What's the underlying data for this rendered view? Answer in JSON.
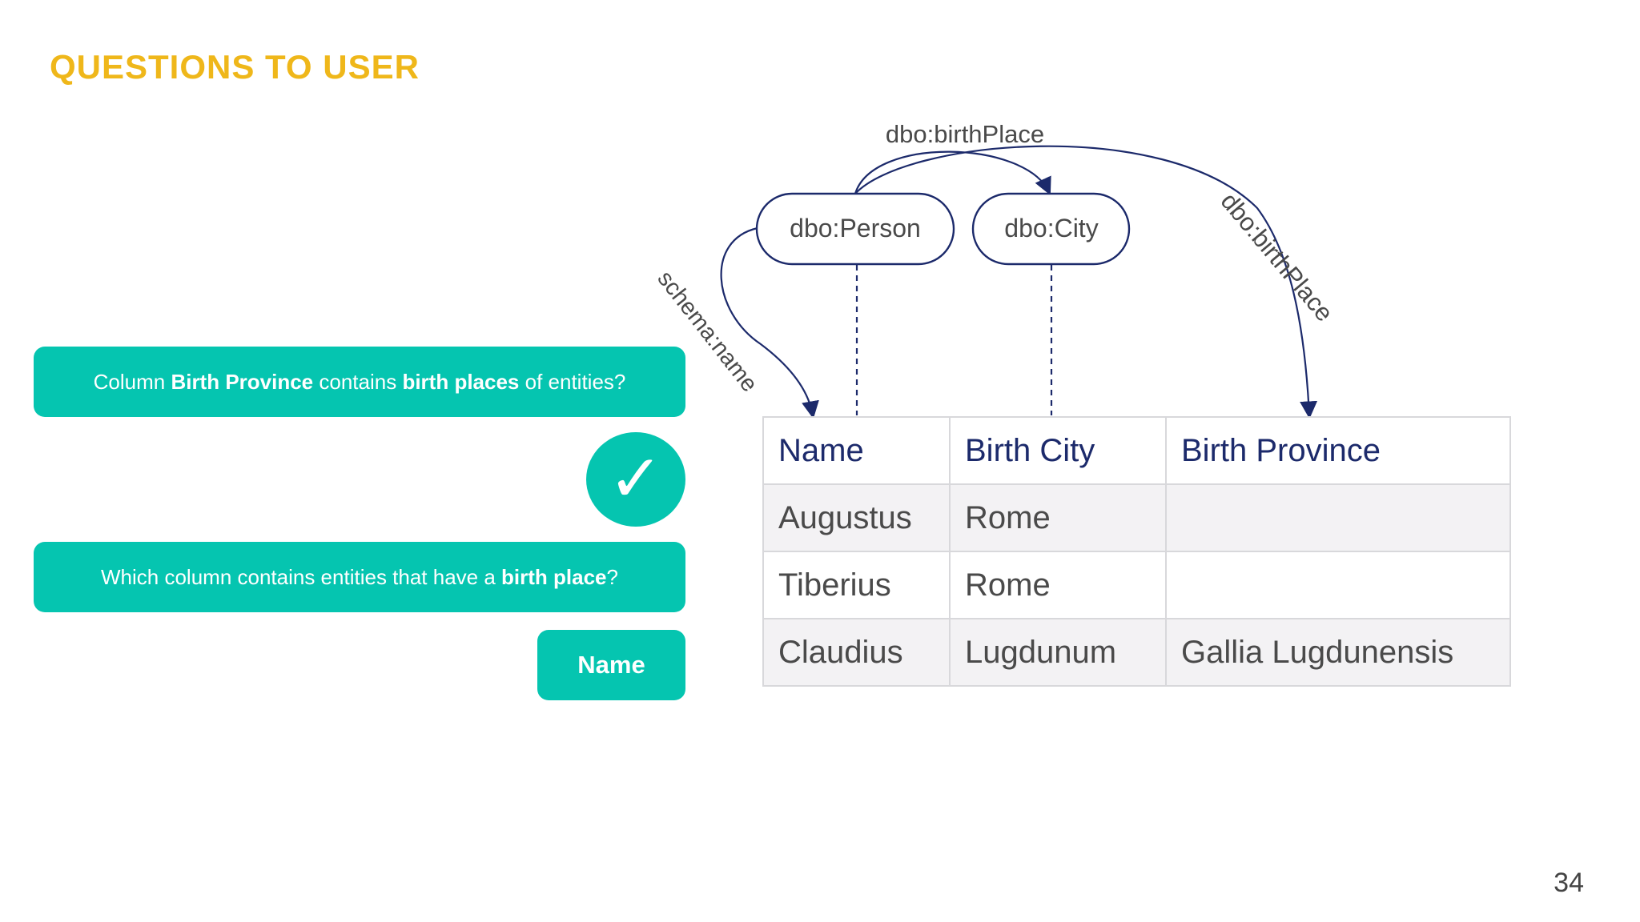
{
  "slide": {
    "title": "QUESTIONS TO USER",
    "page_number": "34"
  },
  "questions": [
    {
      "parts": [
        {
          "text": "Column ",
          "bold": false
        },
        {
          "text": "Birth Province",
          "bold": true
        },
        {
          "text": " contains ",
          "bold": false
        },
        {
          "text": "birth places",
          "bold": true
        },
        {
          "text": " of entities?",
          "bold": false
        }
      ]
    },
    {
      "parts": [
        {
          "text": "Which column contains entities that have a ",
          "bold": false
        },
        {
          "text": "birth place",
          "bold": true
        },
        {
          "text": "?",
          "bold": false
        }
      ]
    }
  ],
  "answers": {
    "check_glyph": "✓",
    "check_icon": "checkmark-icon",
    "second_answer": "Name"
  },
  "diagram": {
    "nodes": {
      "person": "dbo:Person",
      "city": "dbo:City"
    },
    "edges": {
      "person_to_city": "dbo:birthPlace",
      "person_to_province": "dbo:birthPlace",
      "person_to_name": "schema:name"
    }
  },
  "table": {
    "headers": [
      "Name",
      "Birth City",
      "Birth Province"
    ],
    "rows": [
      [
        "Augustus",
        "Rome",
        ""
      ],
      [
        "Tiberius",
        "Rome",
        ""
      ],
      [
        "Claudius",
        "Lugdunum",
        "Gallia Lugdunensis"
      ]
    ]
  },
  "colors": {
    "title": "#efb71a",
    "accent": "#05c5b0",
    "diagram_ink": "#1c2a6b",
    "table_header_text": "#1c2a6b",
    "table_stripe": "#f3f2f4"
  }
}
